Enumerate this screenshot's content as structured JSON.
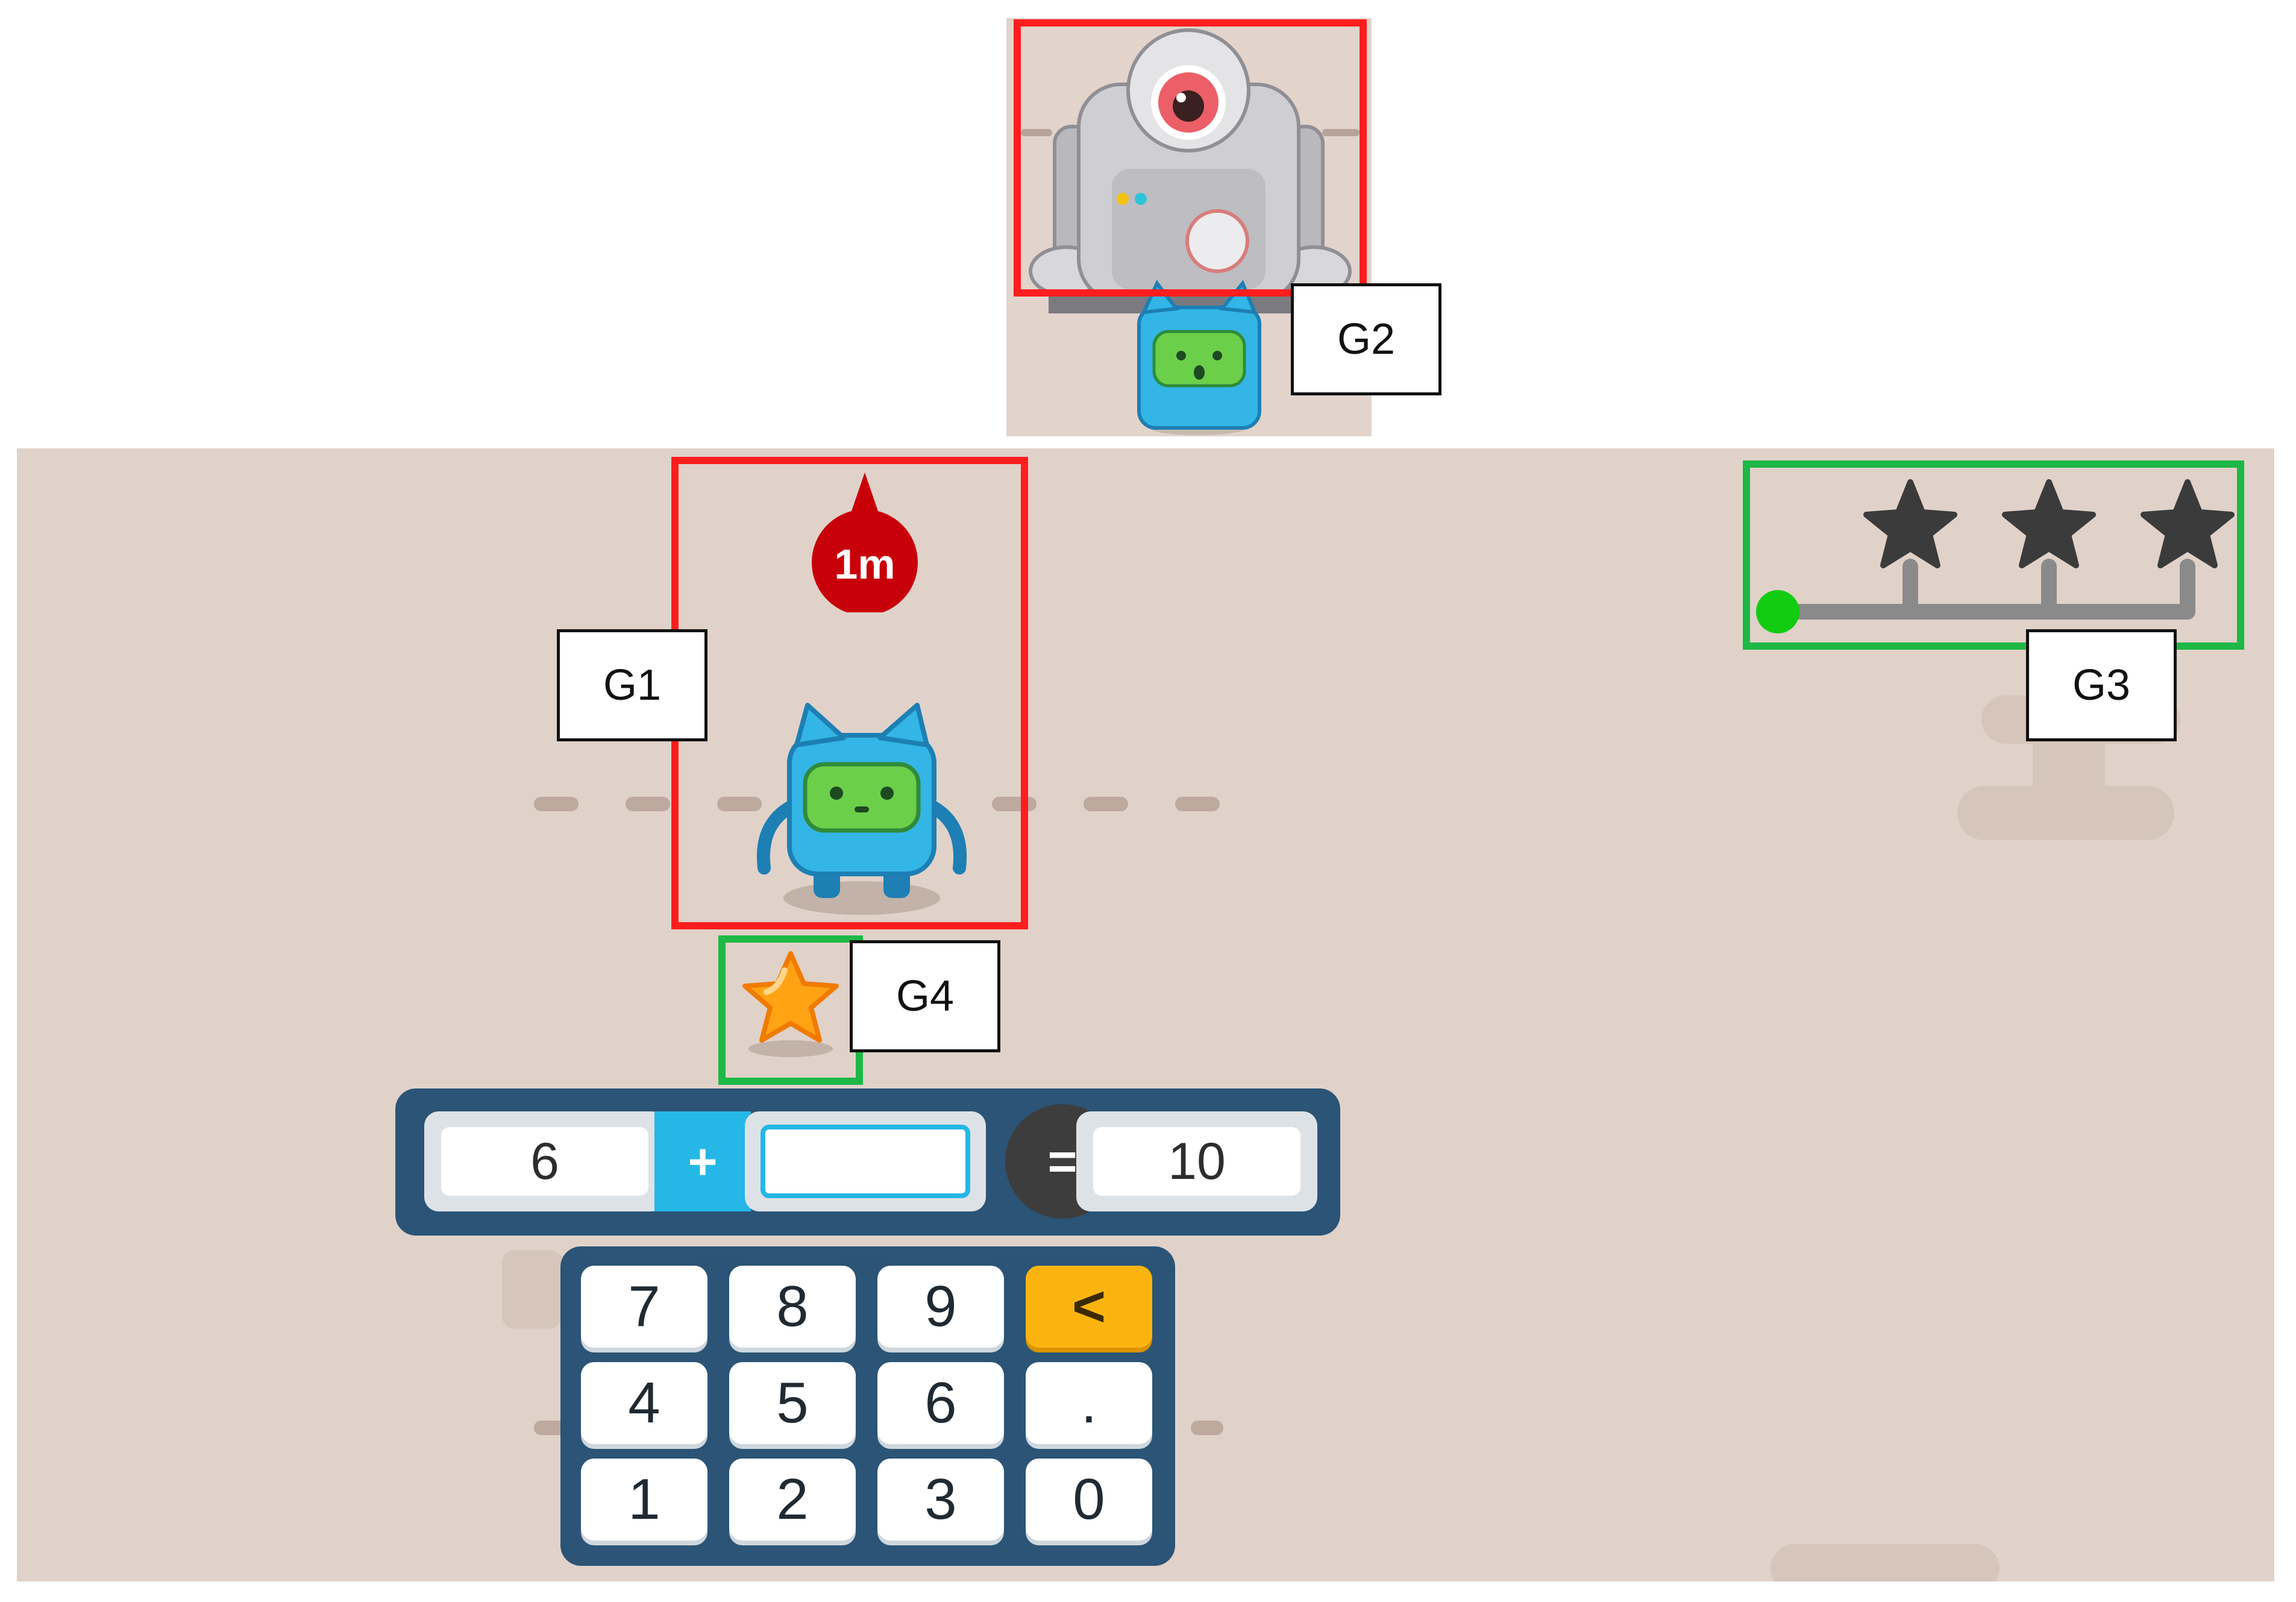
{
  "annotations": {
    "g1": "G1",
    "g2": "G2",
    "g3": "G3",
    "g4": "G4"
  },
  "distance_marker": {
    "label": "1m"
  },
  "progress": {
    "stars_total": 3,
    "stars_earned": 0,
    "value": 0
  },
  "equation": {
    "left_operand": "6",
    "operator": "+",
    "answer": "",
    "equals": "=",
    "result": "10"
  },
  "keypad": {
    "rows": [
      [
        "7",
        "8",
        "9",
        "<"
      ],
      [
        "4",
        "5",
        "6",
        "."
      ],
      [
        "1",
        "2",
        "3",
        "0"
      ]
    ]
  },
  "colors": {
    "annotation_red": "#ff1e1e",
    "annotation_green": "#1db845",
    "panel_blue": "#2b5476",
    "input_cyan": "#25b7e6",
    "backspace_yellow": "#fbb40f",
    "marker_red": "#c8000a"
  },
  "icons": {
    "star_pickup": "gold-star-icon",
    "progress_star": "dark-star-icon",
    "player": "blue-cat-robot",
    "opponent": "grey-cyclops-robot"
  }
}
